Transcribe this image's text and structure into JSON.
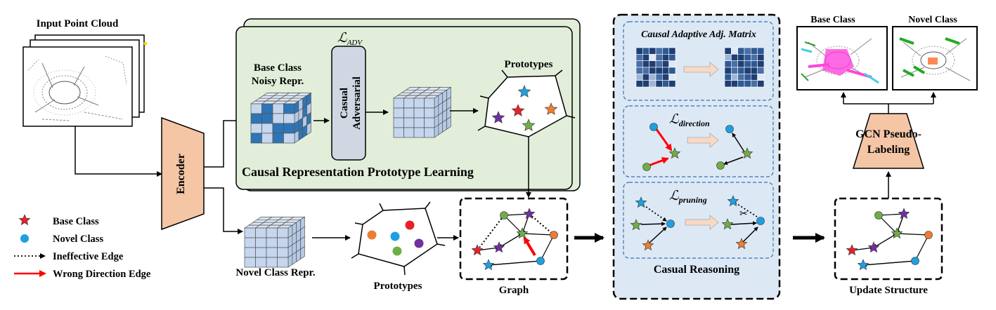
{
  "input": {
    "title": "Input Point Cloud"
  },
  "encoder": {
    "label": "Encoder"
  },
  "crpl": {
    "loss_symbol": "ℒ",
    "loss_subscript": "ADV",
    "noisy_repr_line1": "Base Class",
    "noisy_repr_line2": "Noisy Repr.",
    "adversarial_line1": "Casual",
    "adversarial_line2": "Adversarial",
    "prototypes_title": "Prototypes",
    "panel_title": "Causal Representation Prototype Learning"
  },
  "novel": {
    "repr_label": "Novel Class Repr.",
    "prototypes_label": "Prototypes",
    "graph_label": "Graph"
  },
  "legend": {
    "base_class": "Base Class",
    "novel_class": "Novel Class",
    "ineffective_edge": "Ineffective Edge",
    "wrong_direction_edge": "Wrong Direction Edge"
  },
  "reasoning": {
    "adj_title": "Causal Adaptive Adj. Matrix",
    "direction_symbol": "ℒ",
    "direction_subscript": "direction",
    "pruning_symbol": "ℒ",
    "pruning_subscript": "pruning",
    "title": "Casual Reasoning"
  },
  "output": {
    "base_title": "Base Class",
    "novel_title": "Novel Class",
    "gcn_line1": "GCN Pseudo-",
    "gcn_line2": "Labeling",
    "update_label": "Update Structure"
  },
  "colors": {
    "panel_green": "#e2eed9",
    "panel_blue": "#dde8f5",
    "encoder_orange": "#f4c6a6",
    "adversarial_gray": "#d0d6e2",
    "star_red": "#e8202a",
    "star_purple": "#7030a0",
    "star_green": "#70ad47",
    "star_orange": "#ed7d31",
    "star_cyan": "#1ea0e0",
    "dot_cyan": "#1ea0e0",
    "cube_blue": "#2e75b6",
    "cube_light": "#c5d6ee",
    "arrow_red": "#ff0000"
  }
}
